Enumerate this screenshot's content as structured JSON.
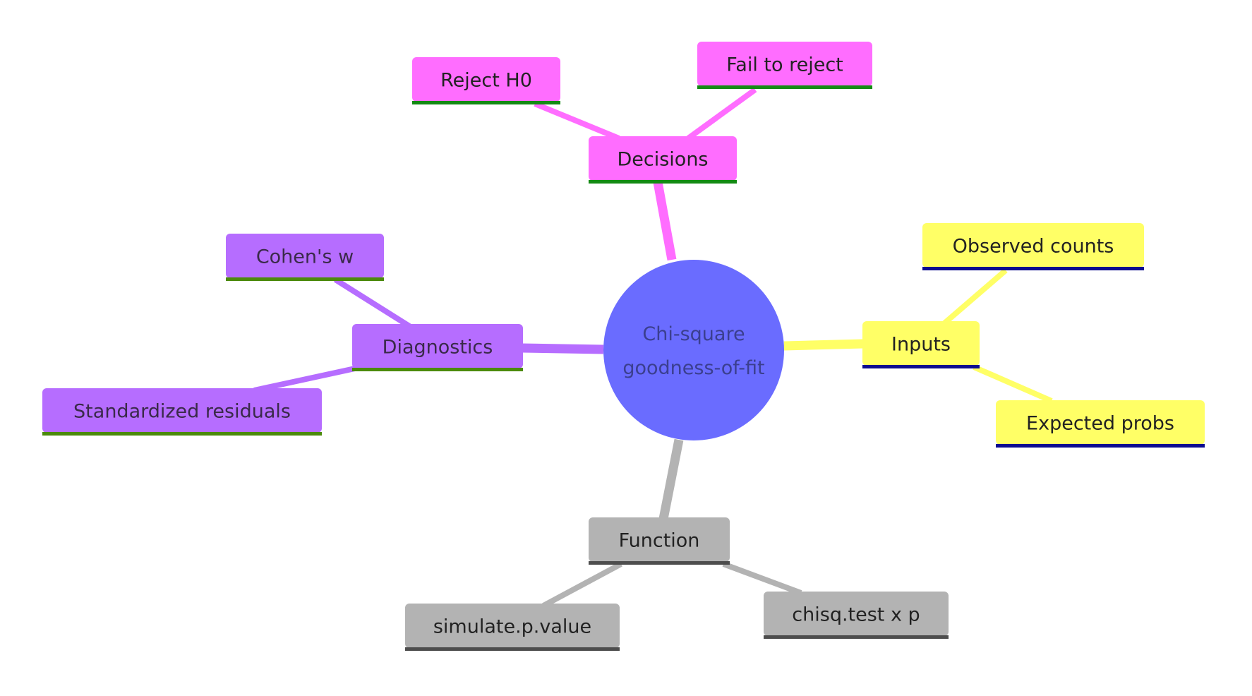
{
  "root": {
    "lines": [
      "Chi-square",
      "goodness-of-fit"
    ],
    "fill": "#6a6cff",
    "text_color": "#3b3f8f"
  },
  "branches": [
    {
      "id": "decisions",
      "label": "Decisions",
      "fill": "#ff6dff",
      "line_color": "#ff6dff",
      "underline": "#138a13",
      "text_color": "#222222",
      "children": [
        {
          "id": "reject-h0",
          "label": "Reject H0"
        },
        {
          "id": "fail-to-reject",
          "label": "Fail to reject"
        }
      ]
    },
    {
      "id": "inputs",
      "label": "Inputs",
      "fill": "#ffff66",
      "line_color": "#ffff66",
      "underline": "#0b0b8f",
      "text_color": "#222222",
      "children": [
        {
          "id": "observed-counts",
          "label": "Observed counts"
        },
        {
          "id": "expected-probs",
          "label": "Expected probs"
        }
      ]
    },
    {
      "id": "function",
      "label": "Function",
      "fill": "#b3b3b3",
      "line_color": "#b3b3b3",
      "underline": "#4d4d4d",
      "text_color": "#222222",
      "children": [
        {
          "id": "simulate-p-value",
          "label": "simulate.p.value"
        },
        {
          "id": "chisq-test",
          "label": "chisq.test x p"
        }
      ]
    },
    {
      "id": "diagnostics",
      "label": "Diagnostics",
      "fill": "#b66dff",
      "line_color": "#b66dff",
      "underline": "#4b8a0b",
      "text_color": "#3a2a4a",
      "children": [
        {
          "id": "cohens-w",
          "label": "Cohen's w"
        },
        {
          "id": "standardized-residuals",
          "label": "Standardized residuals"
        }
      ]
    }
  ]
}
